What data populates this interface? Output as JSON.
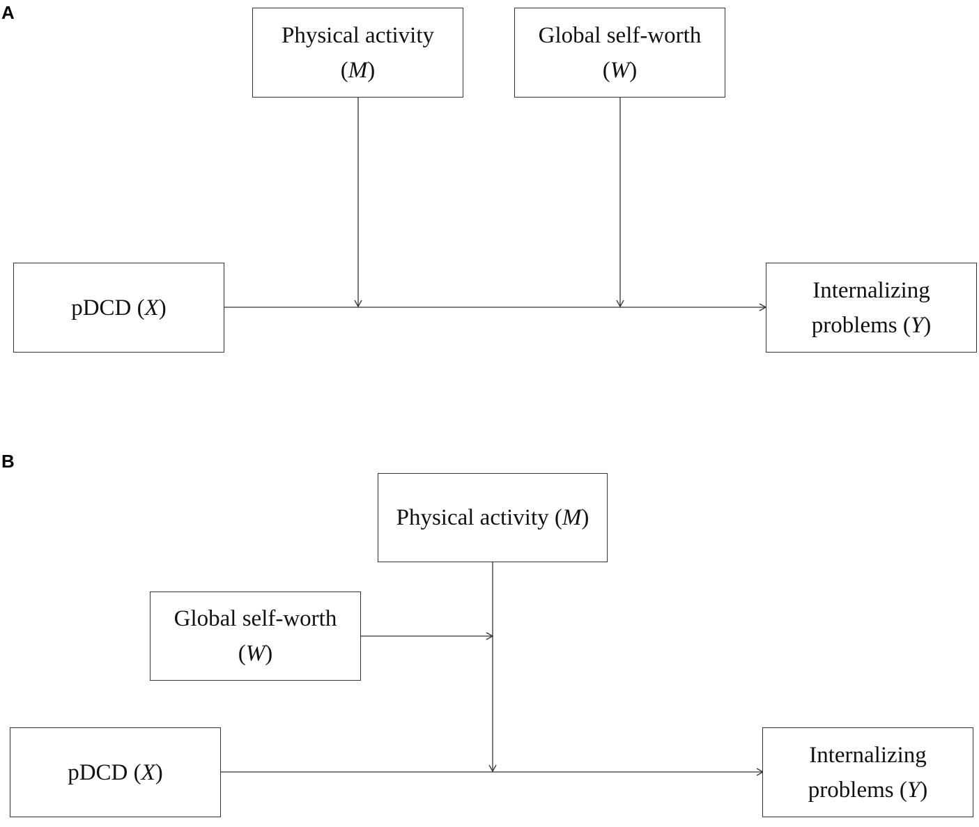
{
  "panels": [
    {
      "label": "A",
      "nodes": {
        "m": {
          "line1": "Physical activity",
          "line2_pre": "(",
          "line2_var": "M",
          "line2_post": ")"
        },
        "w": {
          "line1": "Global self-worth",
          "line2_pre": "(",
          "line2_var": "W",
          "line2_post": ")"
        },
        "x": {
          "pre": "pDCD (",
          "var": "X",
          "post": ")"
        },
        "y": {
          "line1": "Internalizing",
          "line2_pre": "problems (",
          "line2_var": "Y",
          "line2_post": ")"
        }
      }
    },
    {
      "label": "B",
      "nodes": {
        "m": {
          "pre": "Physical activity (",
          "var": "M",
          "post": ")"
        },
        "w": {
          "line1": "Global self-worth",
          "line2_pre": "(",
          "line2_var": "W",
          "line2_post": ")"
        },
        "x": {
          "pre": "pDCD (",
          "var": "X",
          "post": ")"
        },
        "y": {
          "line1": "Internalizing",
          "line2_pre": "problems (",
          "line2_var": "Y",
          "line2_post": ")"
        }
      }
    }
  ],
  "edges": [
    {
      "panel": "A",
      "from": "x",
      "to": "y"
    },
    {
      "panel": "A",
      "from": "m",
      "to": "x-y path"
    },
    {
      "panel": "A",
      "from": "w",
      "to": "x-y path"
    },
    {
      "panel": "B",
      "from": "x",
      "to": "y"
    },
    {
      "panel": "B",
      "from": "m",
      "to": "x-y path"
    },
    {
      "panel": "B",
      "from": "w",
      "to": "m path"
    }
  ],
  "colors": {
    "line": "#333333",
    "text": "#111111",
    "background": "#ffffff"
  }
}
